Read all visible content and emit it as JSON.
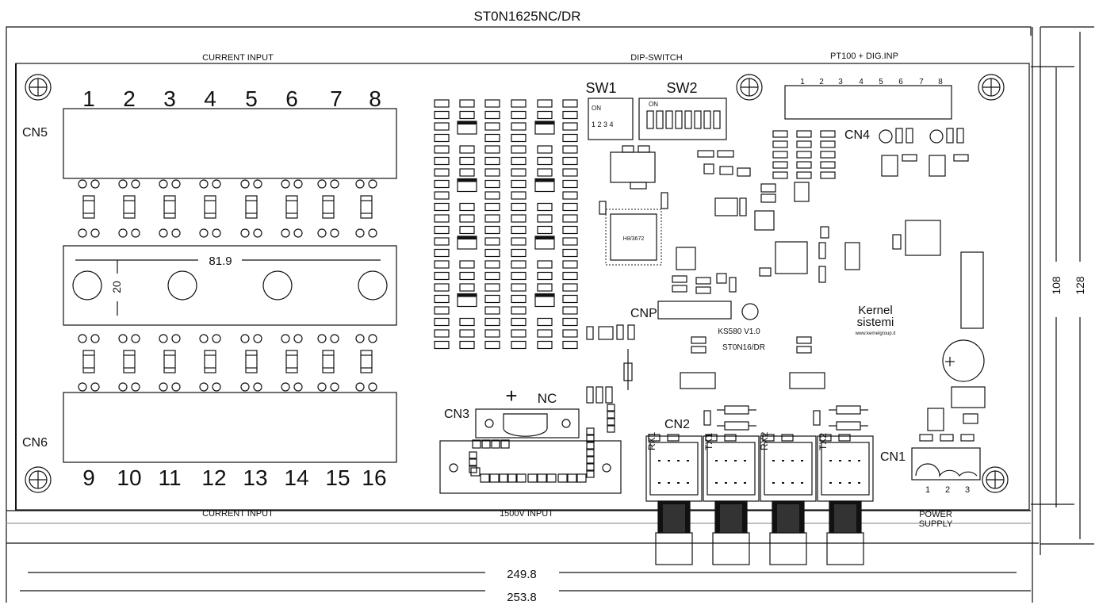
{
  "title": "ST0N1625NC/DR",
  "sections": {
    "current_input_top": "CURRENT INPUT",
    "current_input_bottom": "CURRENT INPUT",
    "dip_switch": "DIP-SWITCH",
    "pt100": "PT100 + DIG.INP",
    "hv_input": "1500V INPUT",
    "power_supply_line1": "POWER",
    "power_supply_line2": "SUPPLY"
  },
  "connectors": {
    "cn5": "CN5",
    "cn6": "CN6",
    "cn4": "CN4",
    "cn3": "CN3",
    "cn2": "CN2",
    "cn1": "CN1",
    "cnp": "CNP",
    "sw1": "SW1",
    "sw2": "SW2",
    "sw_on_1": "ON",
    "sw_on_2": "ON",
    "sw1_pins": "1 2 3 4",
    "nc_plus": "+",
    "nc": "NC",
    "rx1": "RX1",
    "tx1": "TX1",
    "rx2": "RX2",
    "tx2": "TX2"
  },
  "channels_top": [
    "1",
    "2",
    "3",
    "4",
    "5",
    "6",
    "7",
    "8"
  ],
  "channels_bottom": [
    "9",
    "10",
    "11",
    "12",
    "13",
    "14",
    "15",
    "16"
  ],
  "cn4_pins": [
    "1",
    "2",
    "3",
    "4",
    "5",
    "6",
    "7",
    "8"
  ],
  "cn1_pins": [
    "1",
    "2",
    "3"
  ],
  "chip_label": "H8/3672",
  "board": {
    "model": "KS580 V1.0",
    "name": "ST0N16/DR",
    "brand_line1": "Kernel",
    "brand_line2": "sistemi",
    "website": "www.kernelgroup.it"
  },
  "dimensions": {
    "inner_width": "81.9",
    "inner_height": "20",
    "width_1": "249.8",
    "width_2": "253.8",
    "height_1": "108",
    "height_2": "128"
  }
}
